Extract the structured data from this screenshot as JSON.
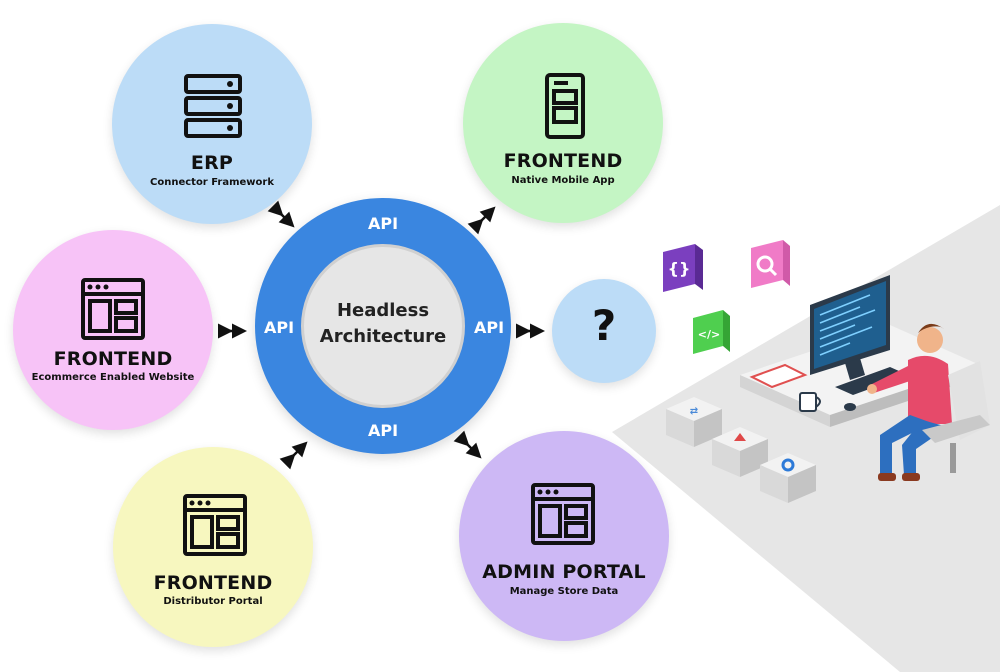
{
  "hub": {
    "title_line1": "Headless",
    "title_line2": "Architecture",
    "api_label": "API",
    "ring_color": "#3a86e0",
    "inner_color": "#e6e6e6"
  },
  "nodes": [
    {
      "id": "erp",
      "title": "ERP",
      "subtitle": "Connector Framework",
      "color": "#bcdcf7",
      "icon": "server-icon"
    },
    {
      "id": "mobile",
      "title": "FRONTEND",
      "subtitle": "Native Mobile App",
      "color": "#c4f5c4",
      "icon": "mobile-app-icon"
    },
    {
      "id": "ecommerce",
      "title": "FRONTEND",
      "subtitle": "Ecommerce Enabled Website",
      "color": "#f7c3f7",
      "icon": "browser-window-icon"
    },
    {
      "id": "distributor",
      "title": "FRONTEND",
      "subtitle": "Distributor Portal",
      "color": "#f7f7bf",
      "icon": "browser-window-icon"
    },
    {
      "id": "admin",
      "title": "ADMIN PORTAL",
      "subtitle": "Manage Store Data",
      "color": "#cdb8f5",
      "icon": "browser-window-icon"
    },
    {
      "id": "unknown",
      "title": "?",
      "subtitle": "",
      "color": "#bcdcf7",
      "icon": "question-icon"
    }
  ]
}
